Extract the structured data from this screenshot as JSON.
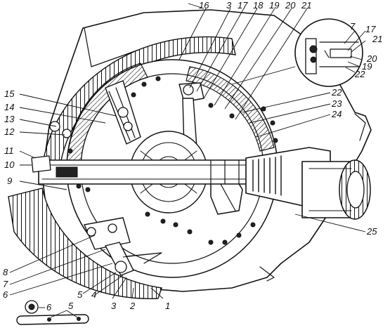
{
  "callouts": {
    "n1": "1",
    "n2": "2",
    "n3": "3",
    "n4": "4",
    "n5": "5",
    "n6": "6",
    "n7": "7",
    "n8": "8",
    "n9": "9",
    "n10": "10",
    "n11": "11",
    "n12": "12",
    "n13": "13",
    "n14": "14",
    "n15": "15",
    "n16": "16",
    "n17": "17",
    "n18": "18",
    "n19": "19",
    "n20": "20",
    "n21": "21",
    "n22": "22",
    "n23": "23",
    "n24": "24",
    "n25": "25"
  },
  "inset_callouts": {
    "i7": "7",
    "i17": "17",
    "i21": "21",
    "i20": "20",
    "i19": "19",
    "i22": "22"
  },
  "detail_callouts": {
    "d5": "5",
    "d6": "6"
  },
  "colors": {
    "ink": "#111111",
    "paper": "#ffffff"
  }
}
